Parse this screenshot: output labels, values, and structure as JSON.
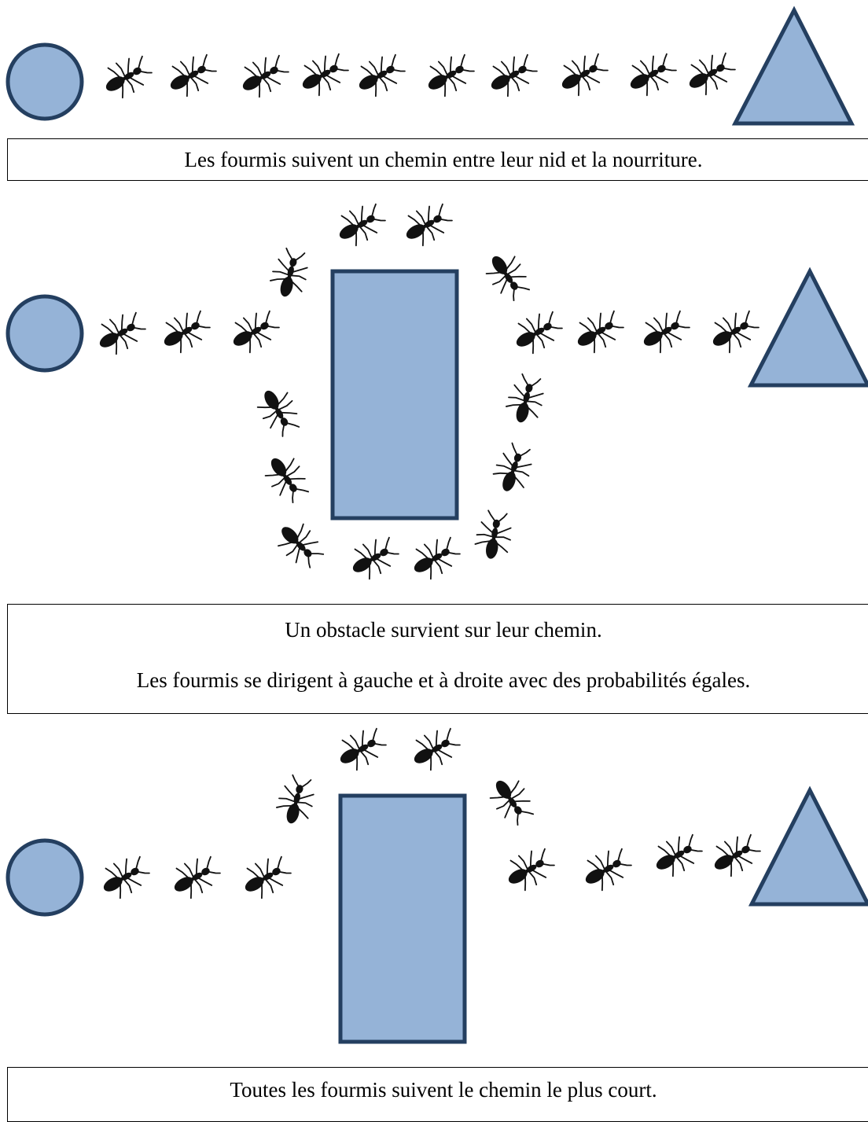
{
  "panels": [
    {
      "caption_lines": [
        "Les fourmis suivent un chemin entre leur nid et la nourriture."
      ]
    },
    {
      "caption_lines": [
        "Un obstacle survient sur leur chemin.",
        "Les fourmis se dirigent à gauche et à droite avec des probabilités égales."
      ]
    },
    {
      "caption_lines": [
        "Toutes les fourmis suivent le chemin le plus court."
      ]
    }
  ],
  "colors": {
    "shape_fill": "#95b3d7",
    "shape_stroke": "#243f60",
    "ant": "#111111"
  },
  "icons": [
    "nest-circle",
    "food-triangle",
    "obstacle-rectangle",
    "ant-icon"
  ]
}
